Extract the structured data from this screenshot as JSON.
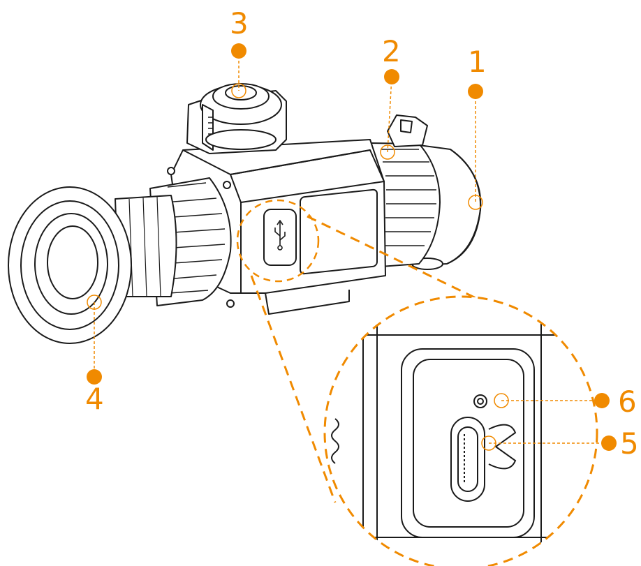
{
  "callouts": [
    {
      "id": "1",
      "label": "1"
    },
    {
      "id": "2",
      "label": "2"
    },
    {
      "id": "3",
      "label": "3"
    },
    {
      "id": "4",
      "label": "4"
    },
    {
      "id": "5",
      "label": "5"
    },
    {
      "id": "6",
      "label": "6"
    }
  ],
  "colors": {
    "accent": "#f08a00",
    "outline": "#1a1a1a",
    "background": "#ffffff"
  },
  "icons": {
    "usb_port_cover": "usb-icon"
  }
}
